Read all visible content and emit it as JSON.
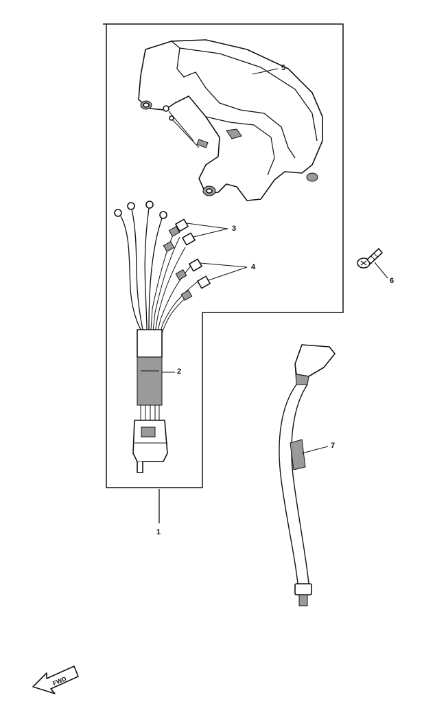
{
  "callouts": [
    {
      "id": "1",
      "label": "1"
    },
    {
      "id": "2",
      "label": "2"
    },
    {
      "id": "3",
      "label": "3"
    },
    {
      "id": "4",
      "label": "4"
    },
    {
      "id": "5",
      "label": "5"
    },
    {
      "id": "6",
      "label": "6"
    },
    {
      "id": "7",
      "label": "7"
    }
  ],
  "fwd_arrow": {
    "label": "FWD"
  }
}
